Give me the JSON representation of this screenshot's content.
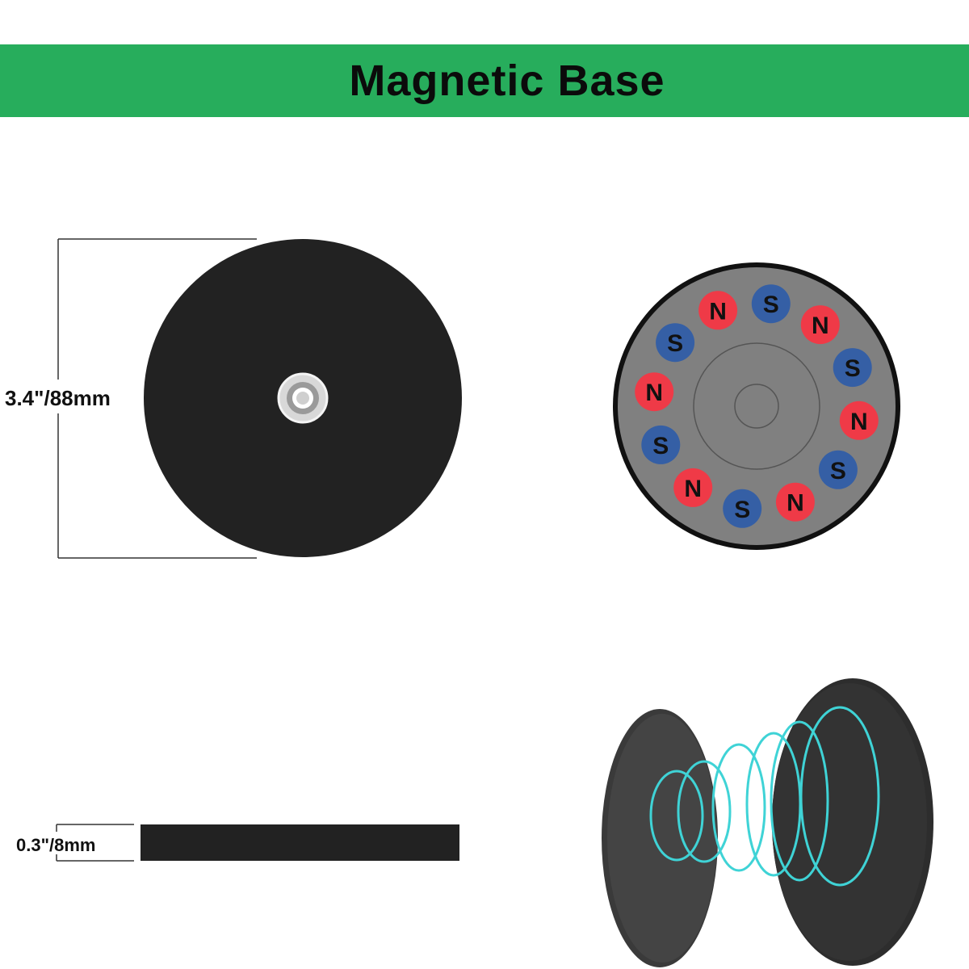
{
  "banner": {
    "title": "Magnetic Base",
    "color": "#27ad5c"
  },
  "dimensions": {
    "diameter": "3.4\"/88mm",
    "thickness": "0.3\"/8mm"
  },
  "magnet_ring": {
    "poles": [
      {
        "label": "S",
        "color": "#355fa5"
      },
      {
        "label": "N",
        "color": "#ef3a47"
      },
      {
        "label": "S",
        "color": "#355fa5"
      },
      {
        "label": "N",
        "color": "#ef3a47"
      },
      {
        "label": "S",
        "color": "#355fa5"
      },
      {
        "label": "N",
        "color": "#ef3a47"
      },
      {
        "label": "S",
        "color": "#355fa5"
      },
      {
        "label": "N",
        "color": "#ef3a47"
      },
      {
        "label": "S",
        "color": "#355fa5"
      },
      {
        "label": "N",
        "color": "#ef3a47"
      },
      {
        "label": "S",
        "color": "#355fa5"
      },
      {
        "label": "N",
        "color": "#ef3a47"
      }
    ]
  },
  "colors": {
    "rubber": "#222222",
    "magnet_face": "#808080",
    "field_lines": "#3fd3d6"
  }
}
